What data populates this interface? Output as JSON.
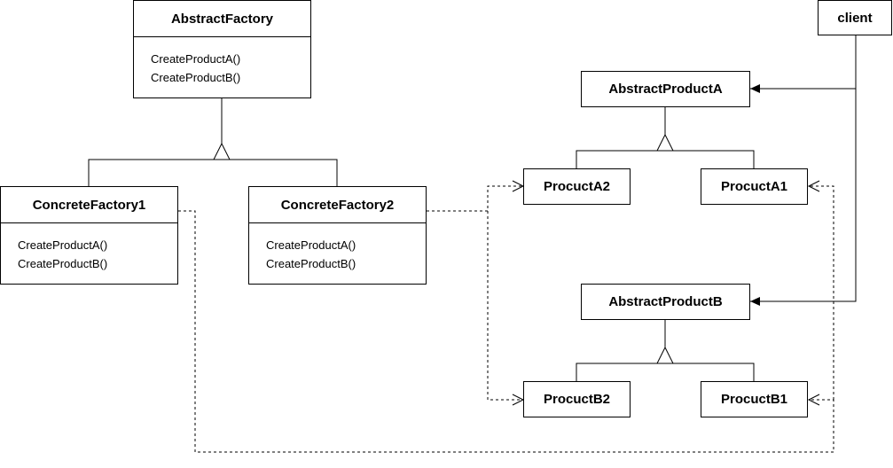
{
  "abstract_factory": {
    "name": "AbstractFactory",
    "methods": [
      "CreateProductA()",
      "CreateProductB()"
    ]
  },
  "concrete_factory_1": {
    "name": "ConcreteFactory1",
    "methods": [
      "CreateProductA()",
      "CreateProductB()"
    ]
  },
  "concrete_factory_2": {
    "name": "ConcreteFactory2",
    "methods": [
      "CreateProductA()",
      "CreateProductB()"
    ]
  },
  "client": {
    "name": "client"
  },
  "abstract_product_a": {
    "name": "AbstractProductA"
  },
  "abstract_product_b": {
    "name": "AbstractProductB"
  },
  "product_a2": {
    "name": "ProcuctA2"
  },
  "product_a1": {
    "name": "ProcuctA1"
  },
  "product_b2": {
    "name": "ProcuctB2"
  },
  "product_b1": {
    "name": "ProcuctB1"
  }
}
